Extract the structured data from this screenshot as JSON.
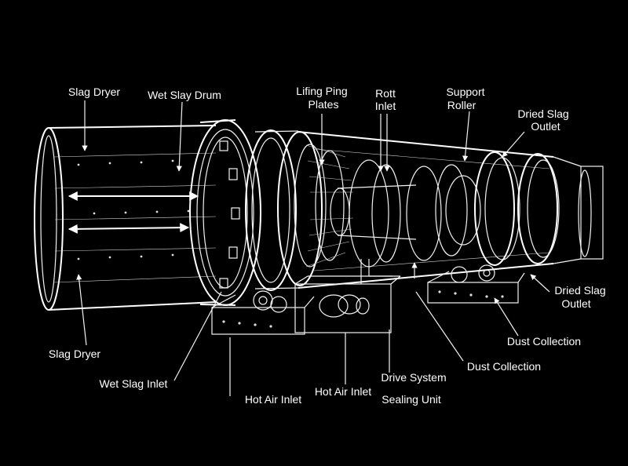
{
  "diagram": {
    "colors": {
      "background": "#000000",
      "line": "#f2f2f2",
      "label": "#ffffff"
    },
    "labels": {
      "slag_dryer_top": "Slag Dryer",
      "wet_slay_drum": "Wet Slay Drum",
      "lifting_plates_line1": "Lifing Ping",
      "lifting_plates_line2": "Plates",
      "rott_inlet_line1": "Rott",
      "rott_inlet_line2": "Inlet",
      "support_roller_line1": "Support",
      "support_roller_line2": "Roller",
      "dried_slag_outlet_top_line1": "Dried Slag",
      "dried_slag_outlet_top_line2": "Outlet",
      "dried_slag_outlet_right_line1": "Dried Slag",
      "dried_slag_outlet_right_line2": "Outlet",
      "dust_collection_right": "Dust Collection",
      "dust_collection_center": "Dust Collection",
      "drive_system": "Drive System",
      "sealing_unit": "Sealing Unit",
      "hot_air_inlet_center": "Hot Air Inlet",
      "hot_air_inlet_left": "Hot Air Inlet",
      "wet_slag_inlet": "Wet Slag Inlet",
      "slag_dryer_bottom": "Slag Dryer"
    }
  }
}
